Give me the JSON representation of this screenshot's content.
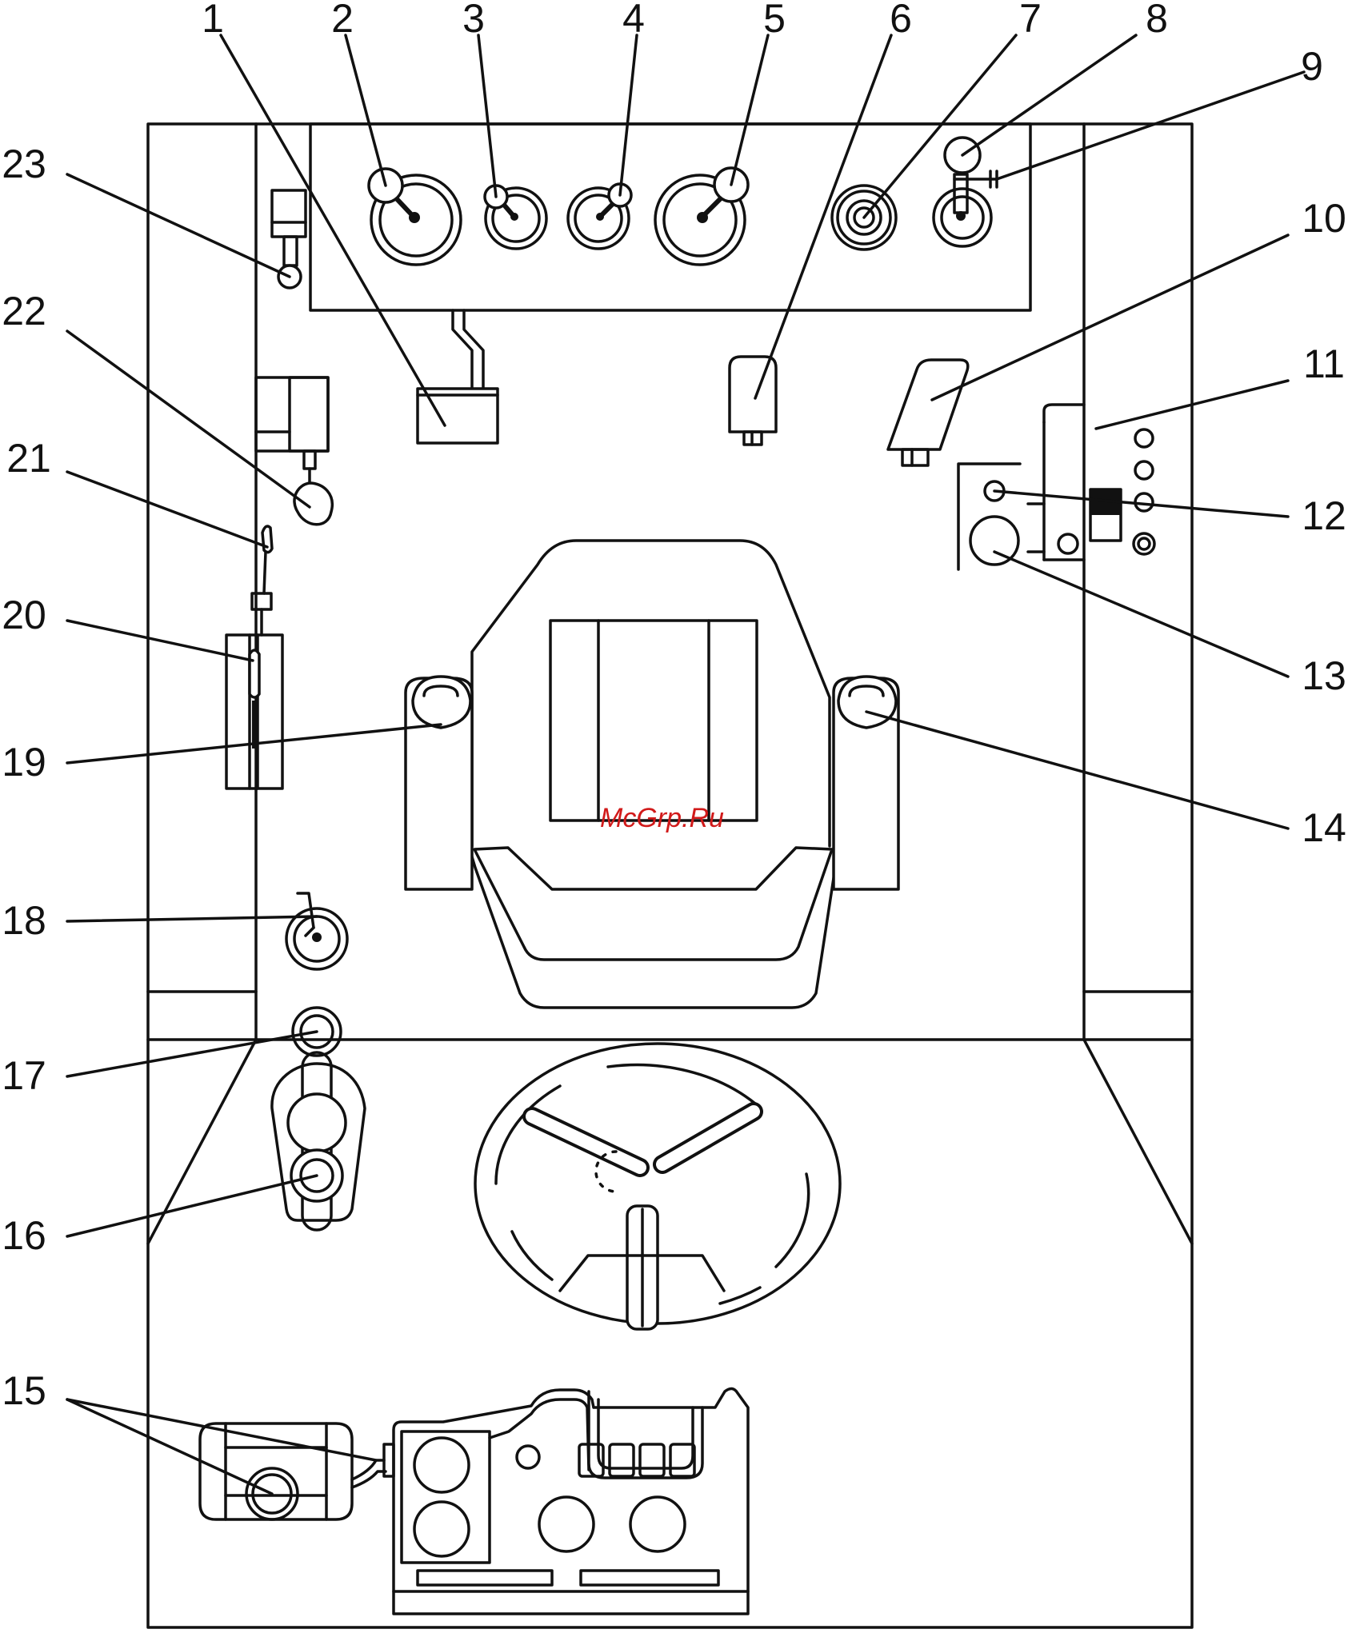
{
  "watermark": "McGrp.Ru",
  "colors": {
    "ink": "#111111",
    "watermark": "#d11a1a",
    "background": "#ffffff"
  },
  "labels": {
    "n1": "1",
    "n2": "2",
    "n3": "3",
    "n4": "4",
    "n5": "5",
    "n6": "6",
    "n7": "7",
    "n8": "8",
    "n9": "9",
    "n10": "10",
    "n11": "11",
    "n12": "12",
    "n13": "13",
    "n14": "14",
    "n15": "15",
    "n16": "16",
    "n17": "17",
    "n18": "18",
    "n19": "19",
    "n20": "20",
    "n21": "21",
    "n22": "22",
    "n23": "23"
  }
}
